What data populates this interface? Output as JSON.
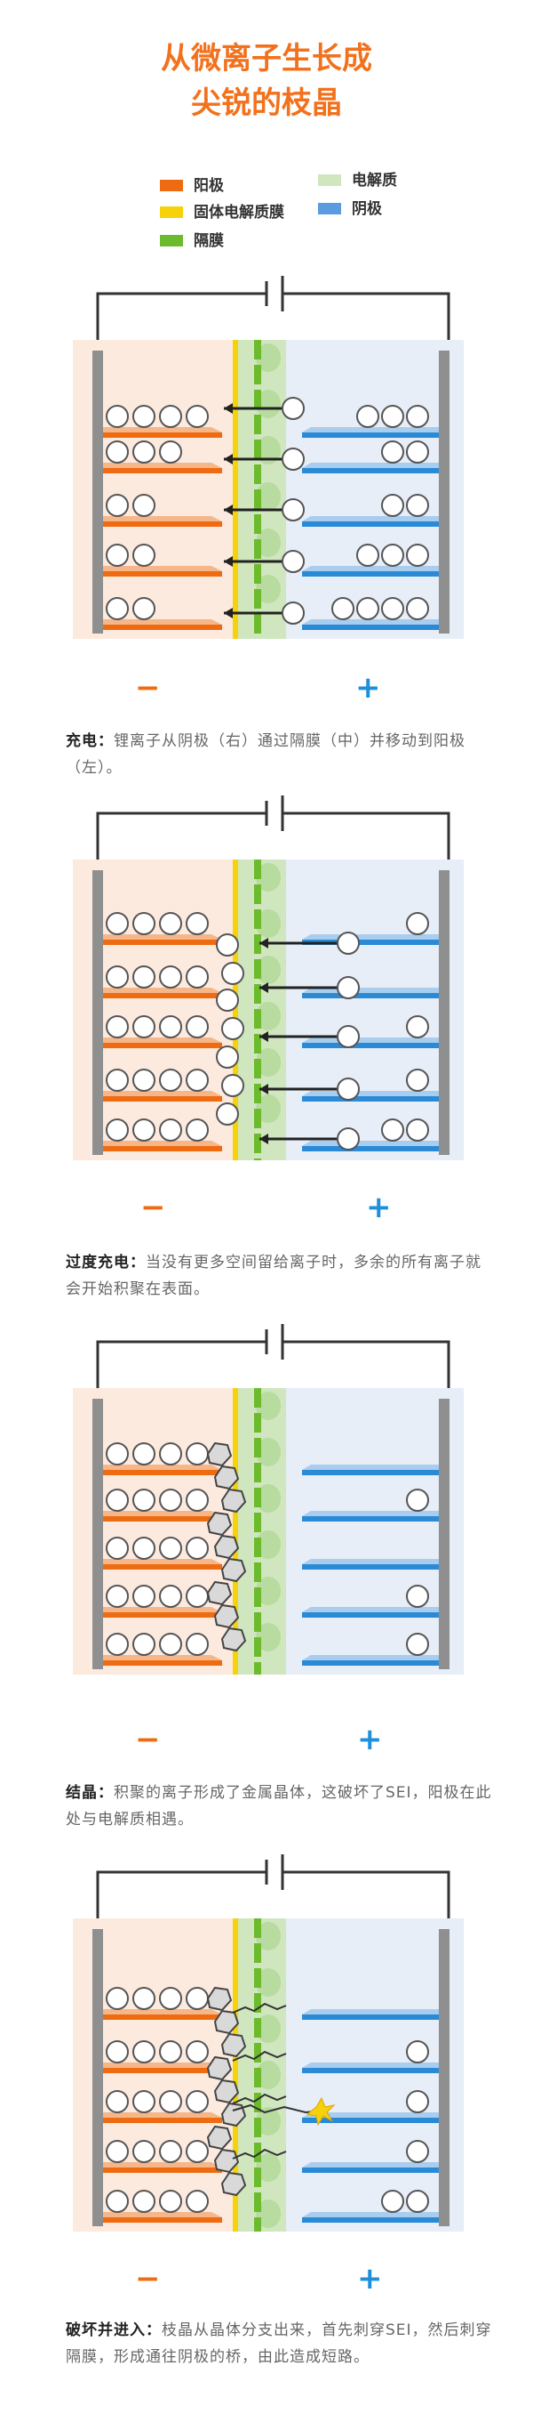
{
  "title": {
    "line1": "从微离子生长成",
    "line2": "尖锐的枝晶"
  },
  "legend": [
    {
      "label": "阳极",
      "color": "#ef6b12"
    },
    {
      "label": "电解质",
      "color": "#cfe6be"
    },
    {
      "label": "固体电解质膜",
      "color": "#f5d20a"
    },
    {
      "label": "阴极",
      "color": "#5b9be0"
    },
    {
      "label": "隔膜",
      "color": "#6cbb2c"
    }
  ],
  "signs": {
    "minus": "−",
    "plus": "+"
  },
  "panels": [
    {
      "heading": "充电：",
      "text": "锂离子从阴极（右）通过隔膜（中）并移动到阳极（左）。"
    },
    {
      "heading": "过度充电：",
      "text": "当没有更多空间留给离子时，多余的所有离子就会开始积聚在表面。"
    },
    {
      "heading": "结晶：",
      "text": "积聚的离子形成了金属晶体，这破坏了SEI，阳极在此处与电解质相遇。"
    },
    {
      "heading": "破坏并进入：",
      "text": "枝晶从晶体分支出来，首先刺穿SEI，然后刺穿隔膜，形成通往阴极的桥，由此造成短路。"
    }
  ],
  "colors": {
    "anode": "#ef6b12",
    "anode_light": "#f5b68a",
    "cathode": "#2a8ad6",
    "cathode_light": "#a8cdee",
    "sei": "#f5d20a",
    "separator": "#6cbb2c",
    "separator_light": "#cfe6be",
    "left_bg": "#fdeade",
    "right_bg": "#e7eef8",
    "wire": "#333333",
    "collector": "#8f8f8f"
  }
}
